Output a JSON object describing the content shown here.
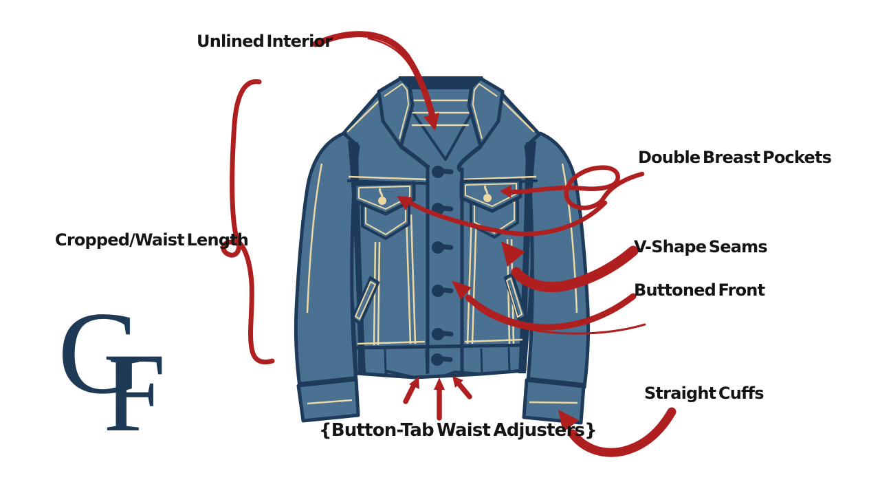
{
  "colors": {
    "background": "#ffffff",
    "denim": "#4a7192",
    "navy_outline": "#1d3a5a",
    "stitch_cream": "#ecd8a4",
    "annotation_red": "#b01f1f",
    "logo_navy": "#1e3a57",
    "label_text": "#141414"
  },
  "illustration": {
    "subject": "denim trucker jacket, front view, annotated"
  },
  "labels": {
    "unlined_interior": "Unlined Interior",
    "double_breast_pockets": "Double Breast Pockets",
    "v_shape_seams": "V-Shape Seams",
    "buttoned_front": "Buttoned Front",
    "straight_cuffs": "Straight Cuffs",
    "cropped_waist_length": "Cropped/Waist Length",
    "button_tab_waist_adjusters": "{Button-Tab Waist Adjusters}"
  },
  "logo": {
    "g": "G",
    "f": "F"
  }
}
